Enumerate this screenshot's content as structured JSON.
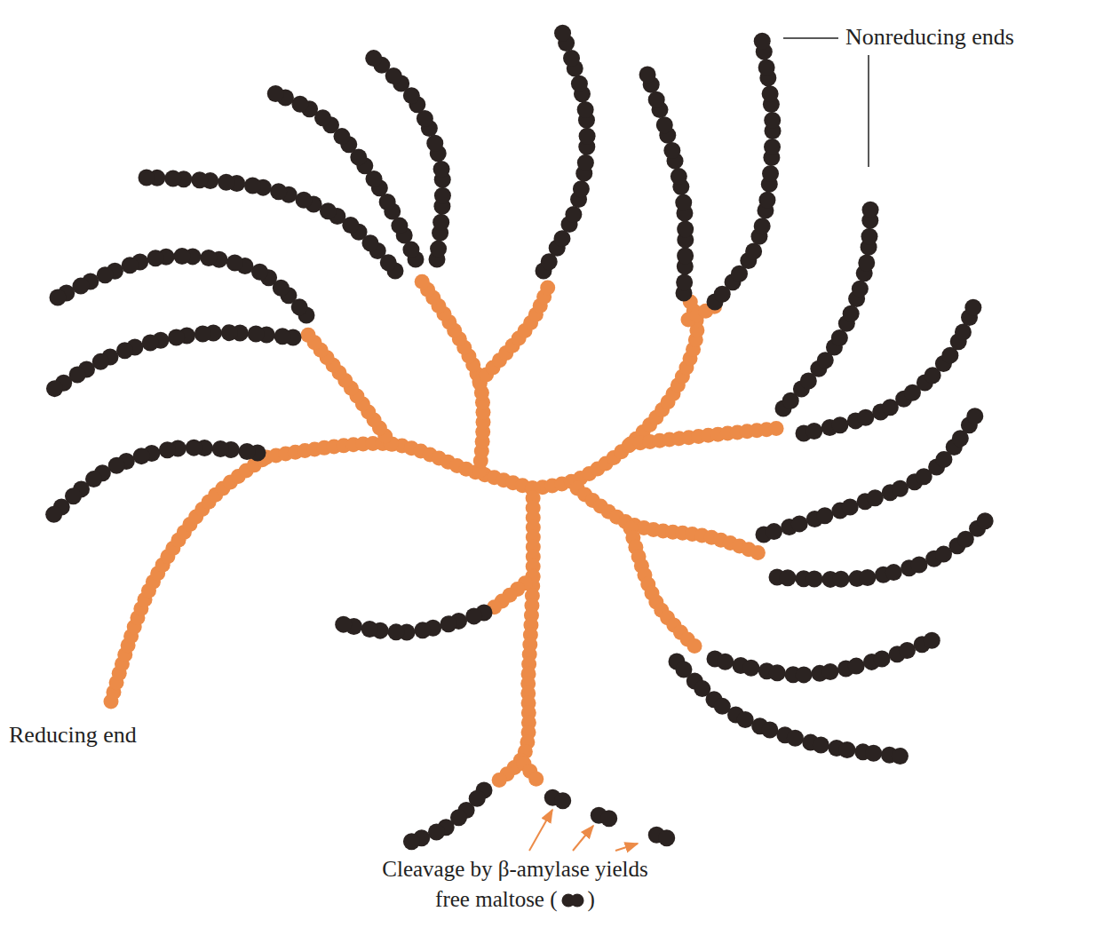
{
  "diagram": {
    "labels": [
      "Nonreducing ends",
      "Reducing end",
      "Cleavage by β-amylase yields free maltose",
      "(",
      ")"
    ]
  }
}
